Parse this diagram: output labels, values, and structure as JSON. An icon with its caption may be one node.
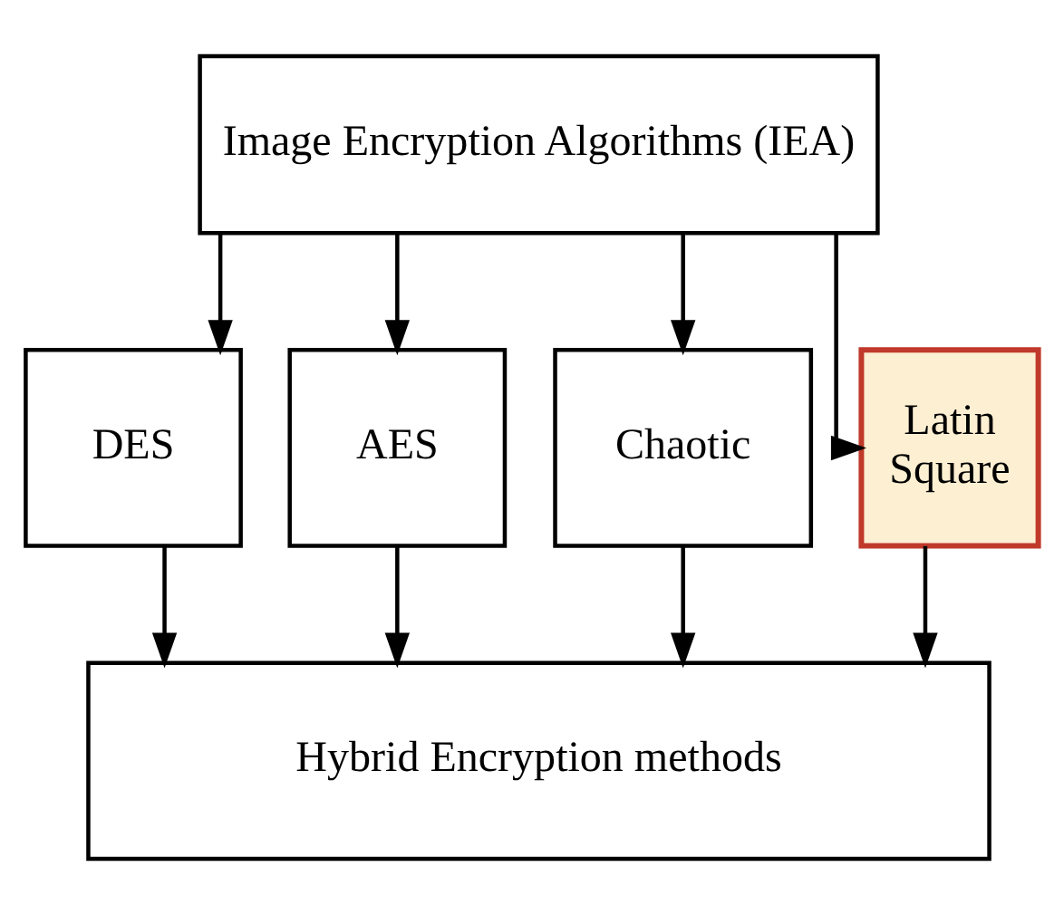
{
  "diagram": {
    "nodes": [
      {
        "text": [
          "Image Encryption Algorithms (IEA)"
        ]
      },
      {
        "text": [
          "DES"
        ]
      },
      {
        "text": [
          "AES"
        ]
      },
      {
        "text": [
          "Chaotic"
        ]
      },
      {
        "text": [
          "Latin Square"
        ]
      },
      {
        "text": [
          "Hybrid Encryption methods"
        ]
      }
    ],
    "edges": [
      {
        "from": 0,
        "to": 1,
        "arrow": "to"
      },
      {
        "from": 0,
        "to": 2,
        "arrow": "to"
      },
      {
        "from": 0,
        "to": 3,
        "arrow": "to"
      },
      {
        "from": 0,
        "to": 4,
        "arrow": "to"
      },
      {
        "from": 1,
        "to": 5,
        "arrow": "to"
      },
      {
        "from": 2,
        "to": 5,
        "arrow": "to"
      },
      {
        "from": 3,
        "to": 5,
        "arrow": "to"
      },
      {
        "from": 4,
        "to": 5,
        "arrow": "to"
      }
    ]
  }
}
